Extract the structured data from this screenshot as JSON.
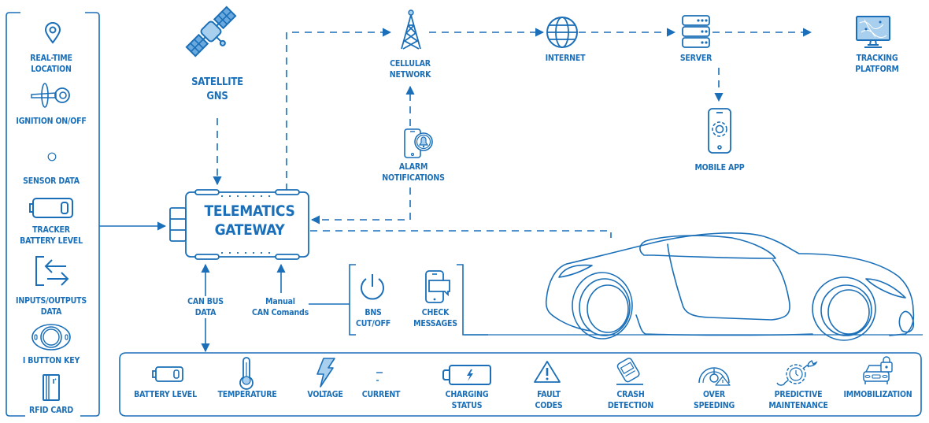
{
  "colors": {
    "primary": "#1a6fb8",
    "fill_light": "#a9cfee",
    "background": "#ffffff"
  },
  "left_panel": {
    "items": [
      {
        "icon": "location-pin-icon",
        "lines": [
          "REAL-TIME",
          "LOCATION"
        ]
      },
      {
        "icon": "ignition-key-icon",
        "lines": [
          "IGNITION ON/OFF"
        ]
      },
      {
        "icon": "sensor-icon",
        "lines": [
          "SENSOR DATA"
        ]
      },
      {
        "icon": "tracker-battery-icon",
        "lines": [
          "TRACKER",
          "BATTERY LEVEL"
        ]
      },
      {
        "icon": "input-output-arrows-icon",
        "lines": [
          "INPUTS/OUTPUTS",
          "DATA"
        ]
      },
      {
        "icon": "ibutton-key-icon",
        "lines": [
          "I BUTTON KEY"
        ]
      },
      {
        "icon": "rfid-card-icon",
        "lines": [
          "RFID CARD"
        ]
      }
    ]
  },
  "nodes": {
    "satellite": {
      "icon": "satellite-icon",
      "lines": [
        "SATELLITE",
        "GNS"
      ]
    },
    "cellular": {
      "icon": "cell-tower-icon",
      "lines": [
        "CELLULAR",
        "NETWORK"
      ]
    },
    "internet": {
      "icon": "globe-icon",
      "lines": [
        "INTERNET"
      ]
    },
    "server": {
      "icon": "server-icon",
      "lines": [
        "SERVER"
      ]
    },
    "tracking": {
      "icon": "monitor-map-icon",
      "lines": [
        "TRACKING",
        "PLATFORM"
      ]
    },
    "mobile_app": {
      "icon": "mobile-gear-icon",
      "lines": [
        "MOBILE APP"
      ]
    },
    "alarm": {
      "icon": "mobile-bell-icon",
      "lines": [
        "ALARM",
        "NOTIFICATIONS"
      ]
    },
    "gateway": {
      "lines": [
        "TELEMATICS",
        "GATEWAY"
      ]
    }
  },
  "connectors": {
    "can_bus": [
      "CAN BUS",
      "DATA"
    ],
    "manual_can": [
      "Manual",
      "CAN Comands"
    ]
  },
  "commands": [
    {
      "icon": "power-icon",
      "lines": [
        "BNS",
        "CUT/OFF"
      ]
    },
    {
      "icon": "mobile-message-icon",
      "lines": [
        "CHECK",
        "MESSAGES"
      ]
    }
  ],
  "can_data": [
    {
      "icon": "battery-icon",
      "lines": [
        "BATTERY LEVEL"
      ]
    },
    {
      "icon": "thermometer-icon",
      "lines": [
        "TEMPERATURE"
      ]
    },
    {
      "icon": "lightning-icon",
      "lines": [
        "VOLTAGE"
      ]
    },
    {
      "icon": "dc-current-icon",
      "lines": [
        "CURRENT"
      ]
    },
    {
      "icon": "charging-battery-icon",
      "lines": [
        "CHARGING",
        "STATUS"
      ]
    },
    {
      "icon": "warning-triangle-icon",
      "lines": [
        "FAULT",
        "CODES"
      ]
    },
    {
      "icon": "crash-car-icon",
      "lines": [
        "CRASH",
        "DETECTION"
      ]
    },
    {
      "icon": "speedometer-warning-icon",
      "lines": [
        "OVER",
        "SPEEDING"
      ]
    },
    {
      "icon": "gear-wrench-icon",
      "lines": [
        "PREDICTIVE",
        "MAINTENANCE"
      ]
    },
    {
      "icon": "car-lock-icon",
      "lines": [
        "IMMOBILIZATION"
      ]
    }
  ],
  "vehicle": {
    "icon": "sports-car-icon"
  }
}
